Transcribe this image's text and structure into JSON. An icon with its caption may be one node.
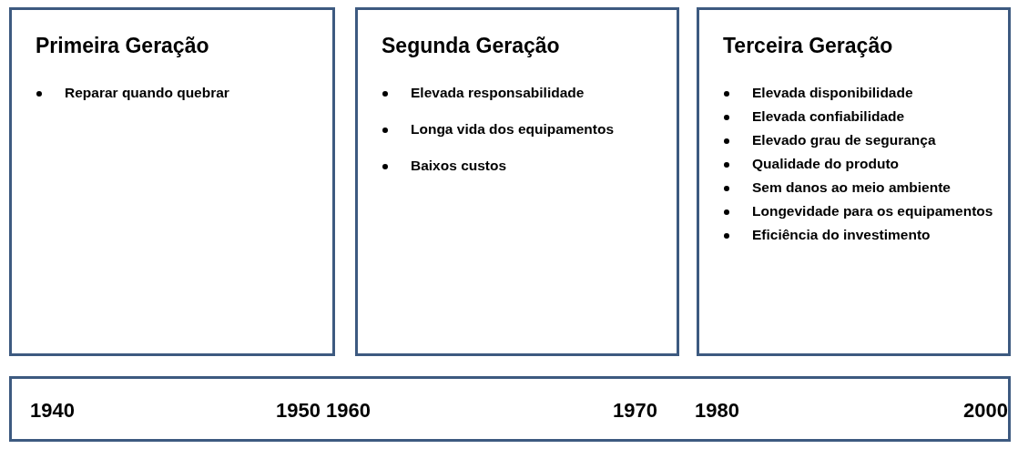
{
  "diagram": {
    "nodes": [
      {
        "text": [
          "Primeira Geração",
          "Reparar quando quebrar"
        ]
      },
      {
        "text": [
          "Segunda Geração",
          "Elevada responsabilidade",
          "Longa vida dos equipamentos",
          "Baixos custos"
        ]
      },
      {
        "text": [
          "Terceira Geração",
          "Elevada disponibilidade",
          "Elevada confiabilidade",
          "Elevado grau de segurança",
          "Qualidade do produto",
          "Sem danos ao meio ambiente",
          "Longevidade para os equipamentos",
          "Eficiência do investimento"
        ]
      },
      {
        "text": [
          "1940",
          "1950",
          "1960",
          "1970",
          "1980",
          "2000"
        ]
      }
    ]
  }
}
